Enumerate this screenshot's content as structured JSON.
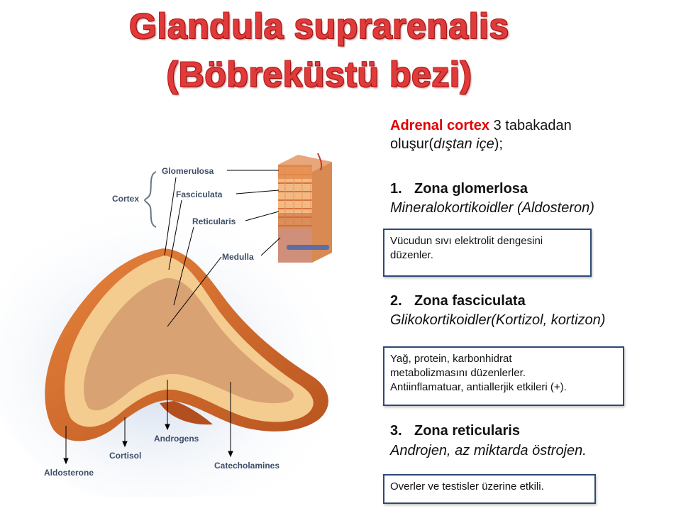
{
  "title": {
    "line1": "Glandula suprarenalis",
    "line2": "(Böbreküstü bezi)"
  },
  "diagram": {
    "labels": {
      "cortex": "Cortex",
      "glomerulosa": "Glomerulosa",
      "fasciculata": "Fasciculata",
      "reticularis": "Reticularis",
      "medulla": "Medulla",
      "aldosterone": "Aldosterone",
      "cortisol": "Cortisol",
      "androgens": "Androgens",
      "catecholamines": "Catecholamines"
    },
    "colors": {
      "outer_cortex": "#d9702f",
      "zone_band": "#f3c98a",
      "inner": "#d9a273",
      "label": "#3e4e68"
    }
  },
  "intro": {
    "highlight": "Adrenal cortex",
    "rest1": " 3 tabakadan",
    "line2_start": "oluşur(",
    "line2_italic": "dıştan içe",
    "line2_end": ");"
  },
  "zones": [
    {
      "number": "1.",
      "name": "Zona glomerlosa",
      "hormones": "Mineralokortikoidler (Aldosteron)",
      "box": [
        "Vücudun sıvı elektrolit dengesini",
        "düzenler."
      ]
    },
    {
      "number": "2.",
      "name": "Zona fasciculata",
      "hormones": "Glikokortikoidler(Kortizol, kortizon)",
      "box": [
        "Yağ, protein, karbonhidrat",
        "metabolizmasını düzenlerler.",
        "Antiinflamatuar, antiallerjik etkileri (+)."
      ]
    },
    {
      "number": "3.",
      "name": "Zona reticularis",
      "hormones": "Androjen, az miktarda östrojen.",
      "box": [
        "Overler ve testisler üzerine etkili."
      ]
    }
  ]
}
